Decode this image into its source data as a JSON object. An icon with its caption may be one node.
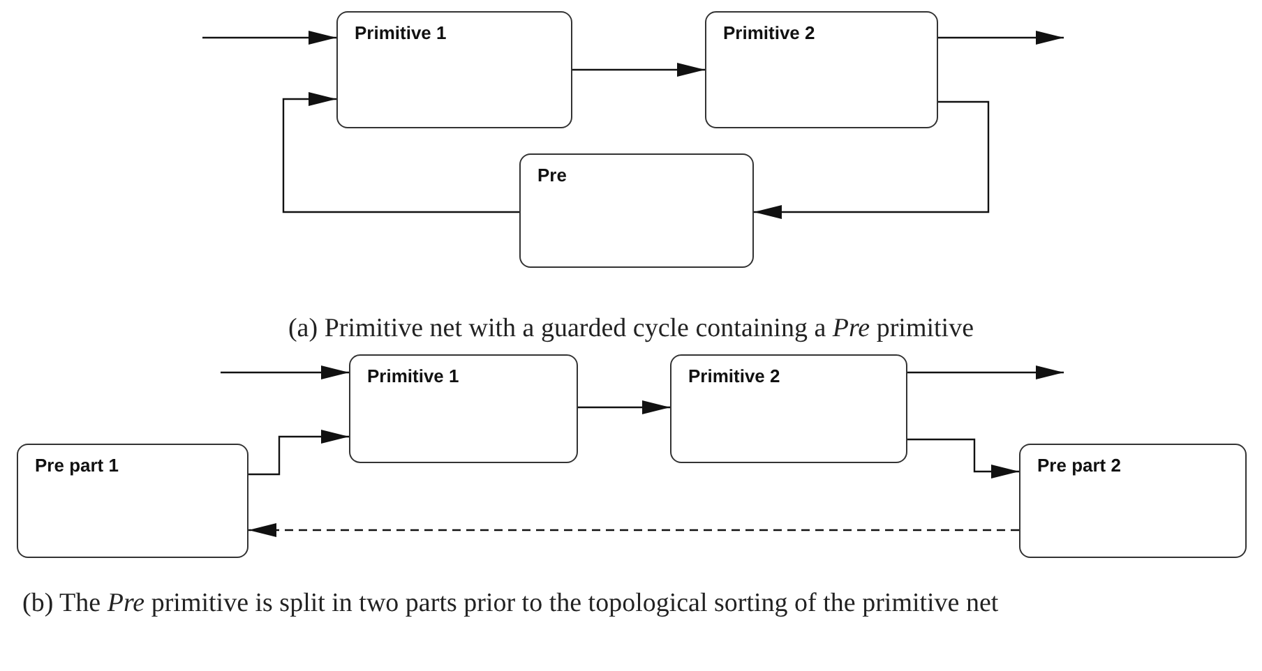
{
  "diagram": {
    "nodes": [
      {
        "text": [
          "Primitive 1"
        ]
      },
      {
        "text": [
          "Primitive 2"
        ]
      },
      {
        "text": [
          "Pre"
        ]
      },
      {
        "text": [
          "Primitive 1"
        ]
      },
      {
        "text": [
          "Primitive 2"
        ]
      },
      {
        "text": [
          "Pre part 1"
        ]
      },
      {
        "text": [
          "Pre part 2"
        ]
      }
    ],
    "edges": [
      {
        "from": null,
        "to": 0,
        "arrow": "to"
      },
      {
        "from": 0,
        "to": 1,
        "arrow": "to"
      },
      {
        "from": 1,
        "to": null,
        "arrow": "to"
      },
      {
        "from": 1,
        "to": 2,
        "arrow": "to"
      },
      {
        "from": 2,
        "to": 0,
        "arrow": "to"
      },
      {
        "from": null,
        "to": 3,
        "arrow": "to"
      },
      {
        "from": 3,
        "to": 4,
        "arrow": "to"
      },
      {
        "from": 4,
        "to": null,
        "arrow": "to"
      },
      {
        "from": 5,
        "to": 3,
        "arrow": "to"
      },
      {
        "from": 4,
        "to": 6,
        "arrow": "to"
      },
      {
        "from": 6,
        "to": 5,
        "arrow": "to",
        "style": "dashed"
      }
    ],
    "labels": [
      "(a) Primitive net with a guarded cycle containing a *Pre* primitive",
      "(b) The *Pre* primitive is split in two parts prior to the topological sorting of the primitive net"
    ]
  }
}
